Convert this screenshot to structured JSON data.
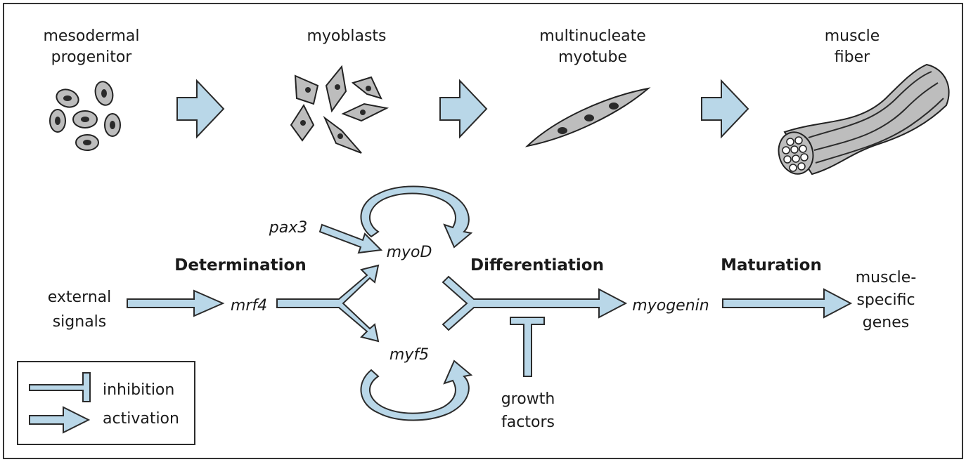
{
  "stages": {
    "mesodermal_line1": "mesodermal",
    "mesodermal_line2": "progenitor",
    "myoblasts": "myoblasts",
    "myotube_line1": "multinucleate",
    "myotube_line2": "myotube",
    "fiber_line1": "muscle",
    "fiber_line2": "fiber"
  },
  "pathway": {
    "external_line1": "external",
    "external_line2": "signals",
    "determination": "Determination",
    "differentiation": "Differentiation",
    "maturation": "Maturation",
    "mrf4": "mrf4",
    "myoD": "myoD",
    "myf5": "myf5",
    "pax3": "pax3",
    "myogenin": "myogenin",
    "genes_line1": "muscle-",
    "genes_line2": "specific",
    "genes_line3": "genes",
    "growth_line1": "growth",
    "growth_line2": "factors"
  },
  "legend": {
    "inhibition": "inhibition",
    "activation": "activation"
  },
  "colors": {
    "arrow_fill": "#b9d7e8",
    "cell_fill": "#bdbdbd"
  }
}
